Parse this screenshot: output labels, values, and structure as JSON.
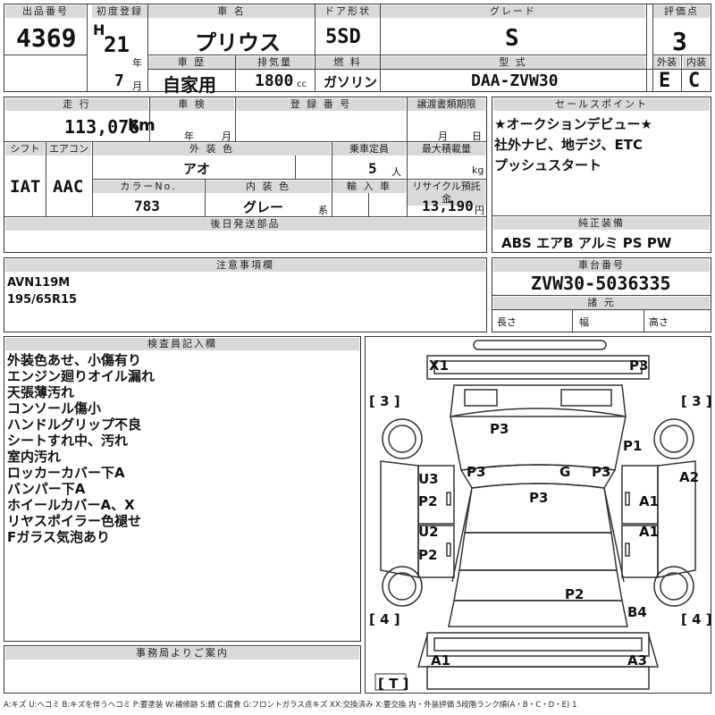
{
  "header": {
    "lot_label": "出品番号",
    "lot_no": "4369",
    "first_reg_label": "初度登録",
    "era": "H",
    "year": "21",
    "year_unit": "年",
    "month": "7",
    "month_unit": "月",
    "name_label": "車 名",
    "name": "プリウス",
    "doors_label": "ドア形状",
    "doors": "5SD",
    "grade_label": "グレード",
    "grade": "S",
    "score_label": "評価点",
    "score": "3",
    "history_label": "車 歴",
    "history": "自家用",
    "displacement_label": "排気量",
    "displacement": "1800",
    "displacement_unit": "cc",
    "fuel_label": "燃 料",
    "fuel": "ガソリン",
    "model_label": "型 式",
    "model": "DAA-ZVW30",
    "exterior_label": "外装",
    "exterior": "E",
    "interior_label": "内装",
    "interior": "C"
  },
  "row2": {
    "mileage_label": "走 行",
    "mileage": "113,076",
    "mileage_unit": "km",
    "inspection_label": "車 検",
    "insp_year_unit": "年",
    "insp_month_unit": "月",
    "reg_no_label": "登 録 番 号",
    "transfer_label": "譲渡書類期限",
    "transfer_month_unit": "月",
    "transfer_day_unit": "日",
    "shift_label": "シフト",
    "shift": "IAT",
    "ac_label": "エアコン",
    "ac": "AAC",
    "ext_color_label": "外 装 色",
    "ext_color": "アオ",
    "capacity_label": "乗車定員",
    "capacity": "5",
    "capacity_unit": "人",
    "load_label": "最大積載量",
    "load_unit": "kg",
    "color_no_label": "カラーNo.",
    "color_no": "783",
    "int_color_label": "内 装 色",
    "int_color": "グレー",
    "int_color_unit": "系",
    "import_label": "輸 入 車",
    "recycle_label": "リサイクル預託金",
    "recycle": "13,190",
    "recycle_unit": "円",
    "later_parts_label": "後日発送部品"
  },
  "sales_points": {
    "label": "セールスポイント",
    "lines": [
      "★オークションデビュー★",
      "社外ナビ、地デジ、ETC",
      "プッシュスタート"
    ]
  },
  "equipment": {
    "label": "純正装備",
    "value": "ABS エアB アルミ PS PW"
  },
  "notes": {
    "label": "注意事項欄",
    "lines": [
      "AVN119M",
      "195/65R15"
    ]
  },
  "chassis": {
    "label": "車台番号",
    "value": "ZVW30-5036335",
    "spec_label": "諸 元",
    "length_label": "長さ",
    "width_label": "幅",
    "height_label": "高さ"
  },
  "inspector": {
    "label": "検査員記入欄",
    "lines": [
      "外装色あせ、小傷有り",
      "エンジン廻りオイル漏れ",
      "天張薄汚れ",
      "コンソール傷小",
      "ハンドルグリップ不良",
      "シートすれ中、汚れ",
      "室内汚れ",
      "ロッカーカバー下A",
      "バンパー下A",
      "ホイールカバーA、X",
      "リヤスポイラー色褪せ",
      "Fガラス気泡あり"
    ]
  },
  "diagram": {
    "x1": "X1",
    "p3_tr": "P3",
    "tire_fl": "3",
    "tire_fr": "3",
    "p3_hood": "P3",
    "p1": "P1",
    "a2": "A2",
    "u3": "U3",
    "p3_l": "P3",
    "g": "G",
    "p3_r": "P3",
    "p2_l1": "P2",
    "a1_r1": "A1",
    "p3_roof": "P3",
    "u2": "U2",
    "a1_r2": "A1",
    "p2_l2": "P2",
    "p2_trunk": "P2",
    "b4": "B4",
    "tire_rl": "4",
    "tire_rr": "4",
    "a1_bl": "A1",
    "a3_br": "A3",
    "spare": "T"
  },
  "office": {
    "label": "事務局よりご案内"
  },
  "legend": "A:キズ U:ヘコミ B:キズを伴うヘコミ P:要塗装 W:補修跡 S:錆 C:腐食 G:フロントガラス点キズ XX:交換済み X:要交換 内・外装評価 5段階ランク順(A・B・C・D・E) 1"
}
